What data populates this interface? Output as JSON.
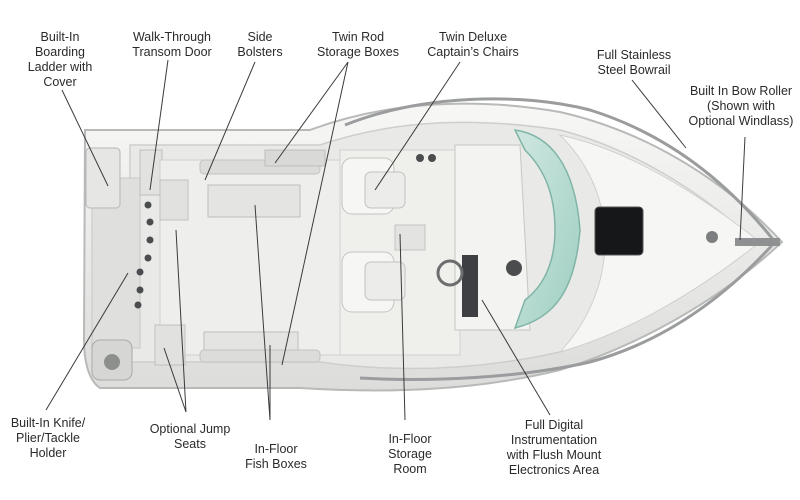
{
  "labels": {
    "boarding_ladder": "Built-In\nBoarding\nLadder with\nCover",
    "transom_door": "Walk-Through\nTransom Door",
    "side_bolsters": "Side\nBolsters",
    "rod_storage": "Twin Rod\nStorage Boxes",
    "captains_chairs": "Twin Deluxe\nCaptain’s Chairs",
    "bowrail": "Full Stainless\nSteel Bowrail",
    "bow_roller": "Built In Bow Roller\n(Shown with\nOptional Windlass)",
    "knife_holder": "Built-In Knife/\nPlier/Tackle\nHolder",
    "jump_seats": "Optional Jump\nSeats",
    "fish_boxes": "In-Floor\nFish Boxes",
    "storage_room": "In-Floor\nStorage\nRoom",
    "instrumentation": "Full Digital\nInstrumentation\nwith Flush Mount\nElectronics Area"
  },
  "colors": {
    "hull": "#f1f2f0",
    "deck": "#e7e8e4",
    "windshield": "#b9dbd2",
    "rail": "#9a9c9e",
    "leader": "#3b3b3b"
  }
}
